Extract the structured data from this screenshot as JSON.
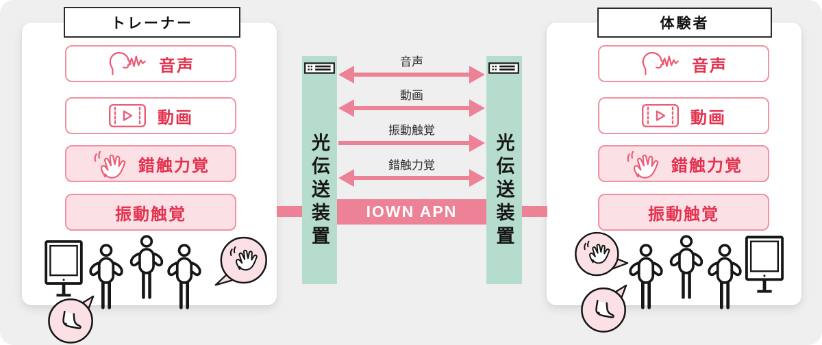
{
  "colors": {
    "background": "#efefef",
    "panel": "#ffffff",
    "accent_pink": "#ed8195",
    "light_pink_fill": "#fbe0e6",
    "pink_border": "#f191a1",
    "red_text": "#e4324e",
    "teal_bar": "#b6dccd",
    "ink": "#161616"
  },
  "trainer_panel": {
    "title": "トレーナー",
    "items": [
      {
        "label": "音声",
        "icon": "voice-icon",
        "style": "outline"
      },
      {
        "label": "動画",
        "icon": "video-icon",
        "style": "outline"
      },
      {
        "label": "錯触力覚",
        "icon": "hand-icon",
        "style": "filled"
      },
      {
        "label": "振動触覚",
        "icon": "none",
        "style": "filled"
      }
    ]
  },
  "experiencer_panel": {
    "title": "体験者",
    "items": [
      {
        "label": "音声",
        "icon": "voice-icon",
        "style": "outline"
      },
      {
        "label": "動画",
        "icon": "video-icon",
        "style": "outline"
      },
      {
        "label": "錯触力覚",
        "icon": "hand-icon",
        "style": "filled"
      },
      {
        "label": "振動触覚",
        "icon": "none",
        "style": "filled"
      }
    ]
  },
  "transport": {
    "left_device_label": "光伝送装置",
    "right_device_label": "光伝送装置",
    "network_label": "IOWN APN",
    "streams": [
      {
        "label": "音声",
        "direction": "both"
      },
      {
        "label": "動画",
        "direction": "both"
      },
      {
        "label": "振動触覚",
        "direction": "left-to-right"
      },
      {
        "label": "錯触力覚",
        "direction": "both"
      }
    ]
  }
}
